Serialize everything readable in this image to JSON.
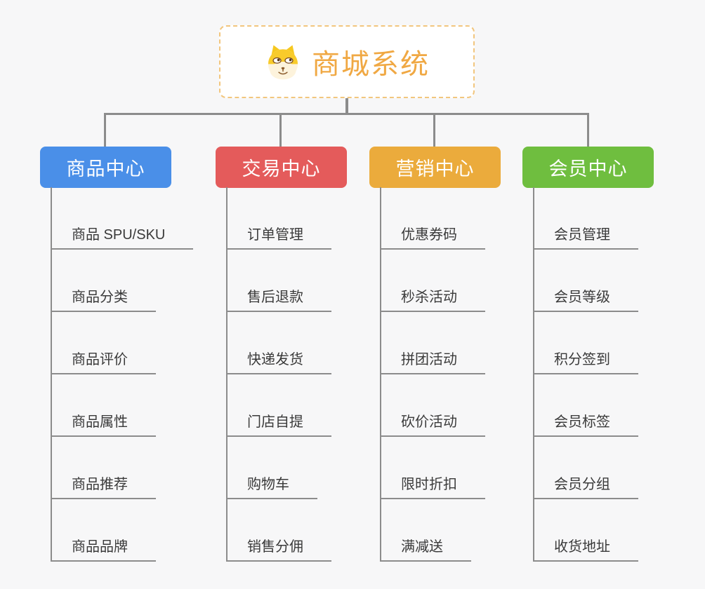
{
  "root": {
    "title": "商城系统",
    "icon": "doge-icon"
  },
  "branches": [
    {
      "label": "商品中心",
      "color": "#4a8fe8",
      "items": [
        "商品 SPU/SKU",
        "商品分类",
        "商品评价",
        "商品属性",
        "商品推荐",
        "商品品牌"
      ]
    },
    {
      "label": "交易中心",
      "color": "#e45b5b",
      "items": [
        "订单管理",
        "售后退款",
        "快递发货",
        "门店自提",
        "购物车",
        "销售分佣"
      ]
    },
    {
      "label": "营销中心",
      "color": "#ebab3c",
      "items": [
        "优惠券码",
        "秒杀活动",
        "拼团活动",
        "砍价活动",
        "限时折扣",
        "满减送"
      ]
    },
    {
      "label": "会员中心",
      "color": "#6fbe3f",
      "items": [
        "会员管理",
        "会员等级",
        "积分签到",
        "会员标签",
        "会员分组",
        "收货地址"
      ]
    }
  ],
  "colors": {
    "background": "#f7f7f8",
    "root_title": "#f0a843",
    "root_border": "#f2c67e",
    "connector": "#8c8c8c",
    "leaf_text": "#3a3a3a"
  }
}
